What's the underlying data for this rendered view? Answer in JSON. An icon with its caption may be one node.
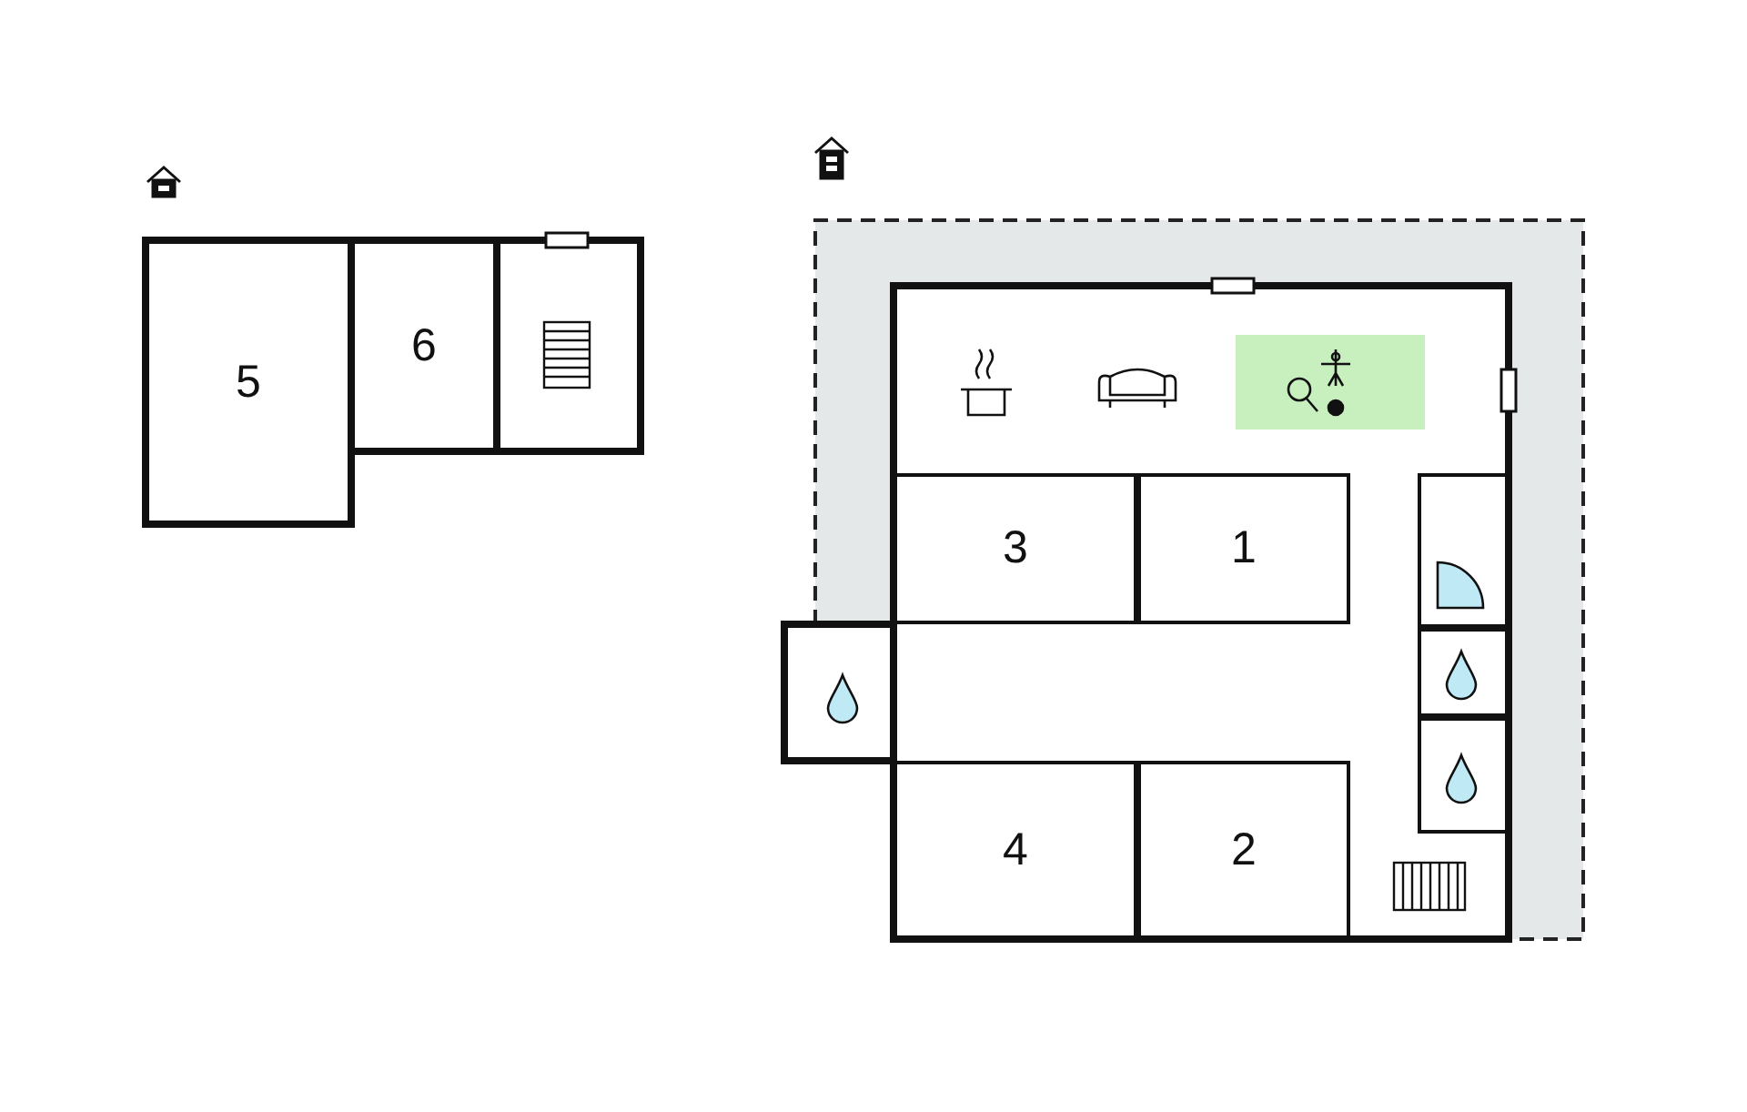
{
  "diagram": {
    "nodes": [
      {
        "text": [
          "5"
        ]
      },
      {
        "text": [
          "6"
        ]
      },
      {
        "text": [],
        "shape": "box"
      },
      {
        "text": [
          "3"
        ]
      },
      {
        "text": [
          "1"
        ]
      },
      {
        "text": [
          "4"
        ]
      },
      {
        "text": [
          "2"
        ]
      },
      {
        "text": [],
        "shape": "box"
      },
      {
        "text": [],
        "shape": "box"
      },
      {
        "text": [],
        "shape": "box"
      },
      {
        "text": [],
        "shape": "box"
      }
    ]
  }
}
